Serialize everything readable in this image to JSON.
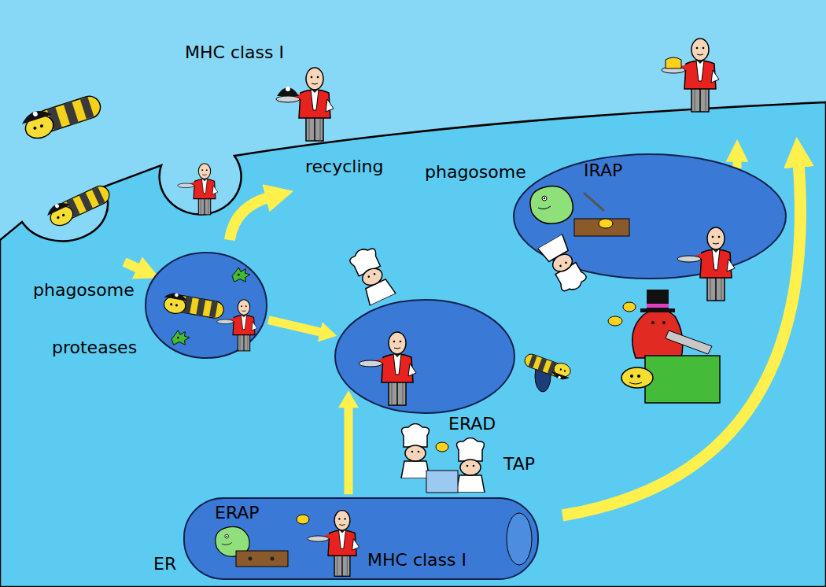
{
  "diagram": {
    "nodes": [
      {
        "text": [
          "phagosome",
          "IRAP"
        ]
      },
      {
        "text": [
          "phagosome",
          "proteases"
        ]
      },
      {
        "text": [
          "ERAD"
        ]
      },
      {
        "text": [
          "ER",
          "ERAP",
          "MHC class I"
        ]
      }
    ],
    "edges": [
      {
        "from": 1,
        "to": 2,
        "arrow": "to"
      },
      {
        "from": 3,
        "to": 2,
        "arrow": "to"
      }
    ],
    "labels": [
      "MHC class I",
      "recycling",
      "TAP"
    ]
  }
}
